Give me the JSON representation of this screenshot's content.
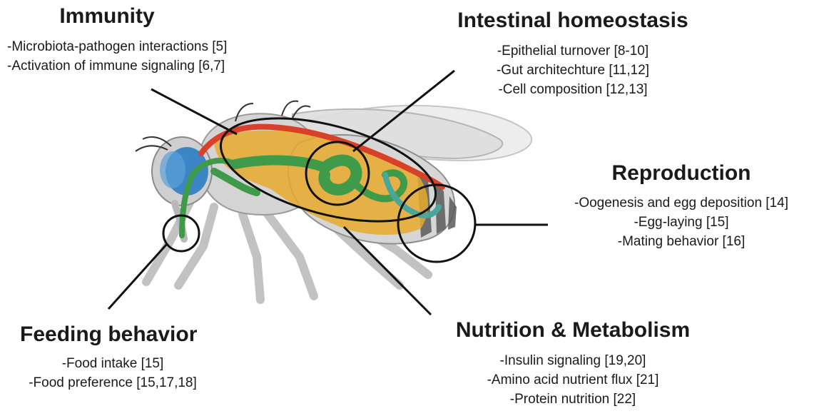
{
  "sections": {
    "immunity": {
      "title": "Immunity",
      "items": [
        "-Microbiota-pathogen interactions [5]",
        "-Activation of immune signaling [6,7]"
      ]
    },
    "intestinal": {
      "title": "Intestinal homeostasis",
      "items": [
        "-Epithelial turnover [8-10]",
        "-Gut architechture [11,12]",
        "-Cell composition [12,13]"
      ]
    },
    "reproduction": {
      "title": "Reproduction",
      "items": [
        "-Oogenesis and egg deposition [14]",
        "-Egg-laying [15]",
        "-Mating behavior [16]"
      ]
    },
    "feeding": {
      "title": "Feeding behavior",
      "items": [
        "-Food intake [15]",
        "-Food preference [15,17,18]"
      ]
    },
    "nutrition": {
      "title": "Nutrition & Metabolism",
      "items": [
        "-Insulin signaling [19,20]",
        "-Amino acid nutrient flux [21]",
        "-Protein nutrition [22]"
      ]
    }
  },
  "colors": {
    "body": "#cfcfcf",
    "body_outline": "#8a8a8a",
    "gut": "#3f9a4a",
    "fat_body": "#e8a92b",
    "dorsal_vessel": "#d8402a",
    "brain": "#3d86c6",
    "wing": "#e3e3e3",
    "abdomen_stripe": "#5a5a5a",
    "leader_line": "#111111"
  }
}
